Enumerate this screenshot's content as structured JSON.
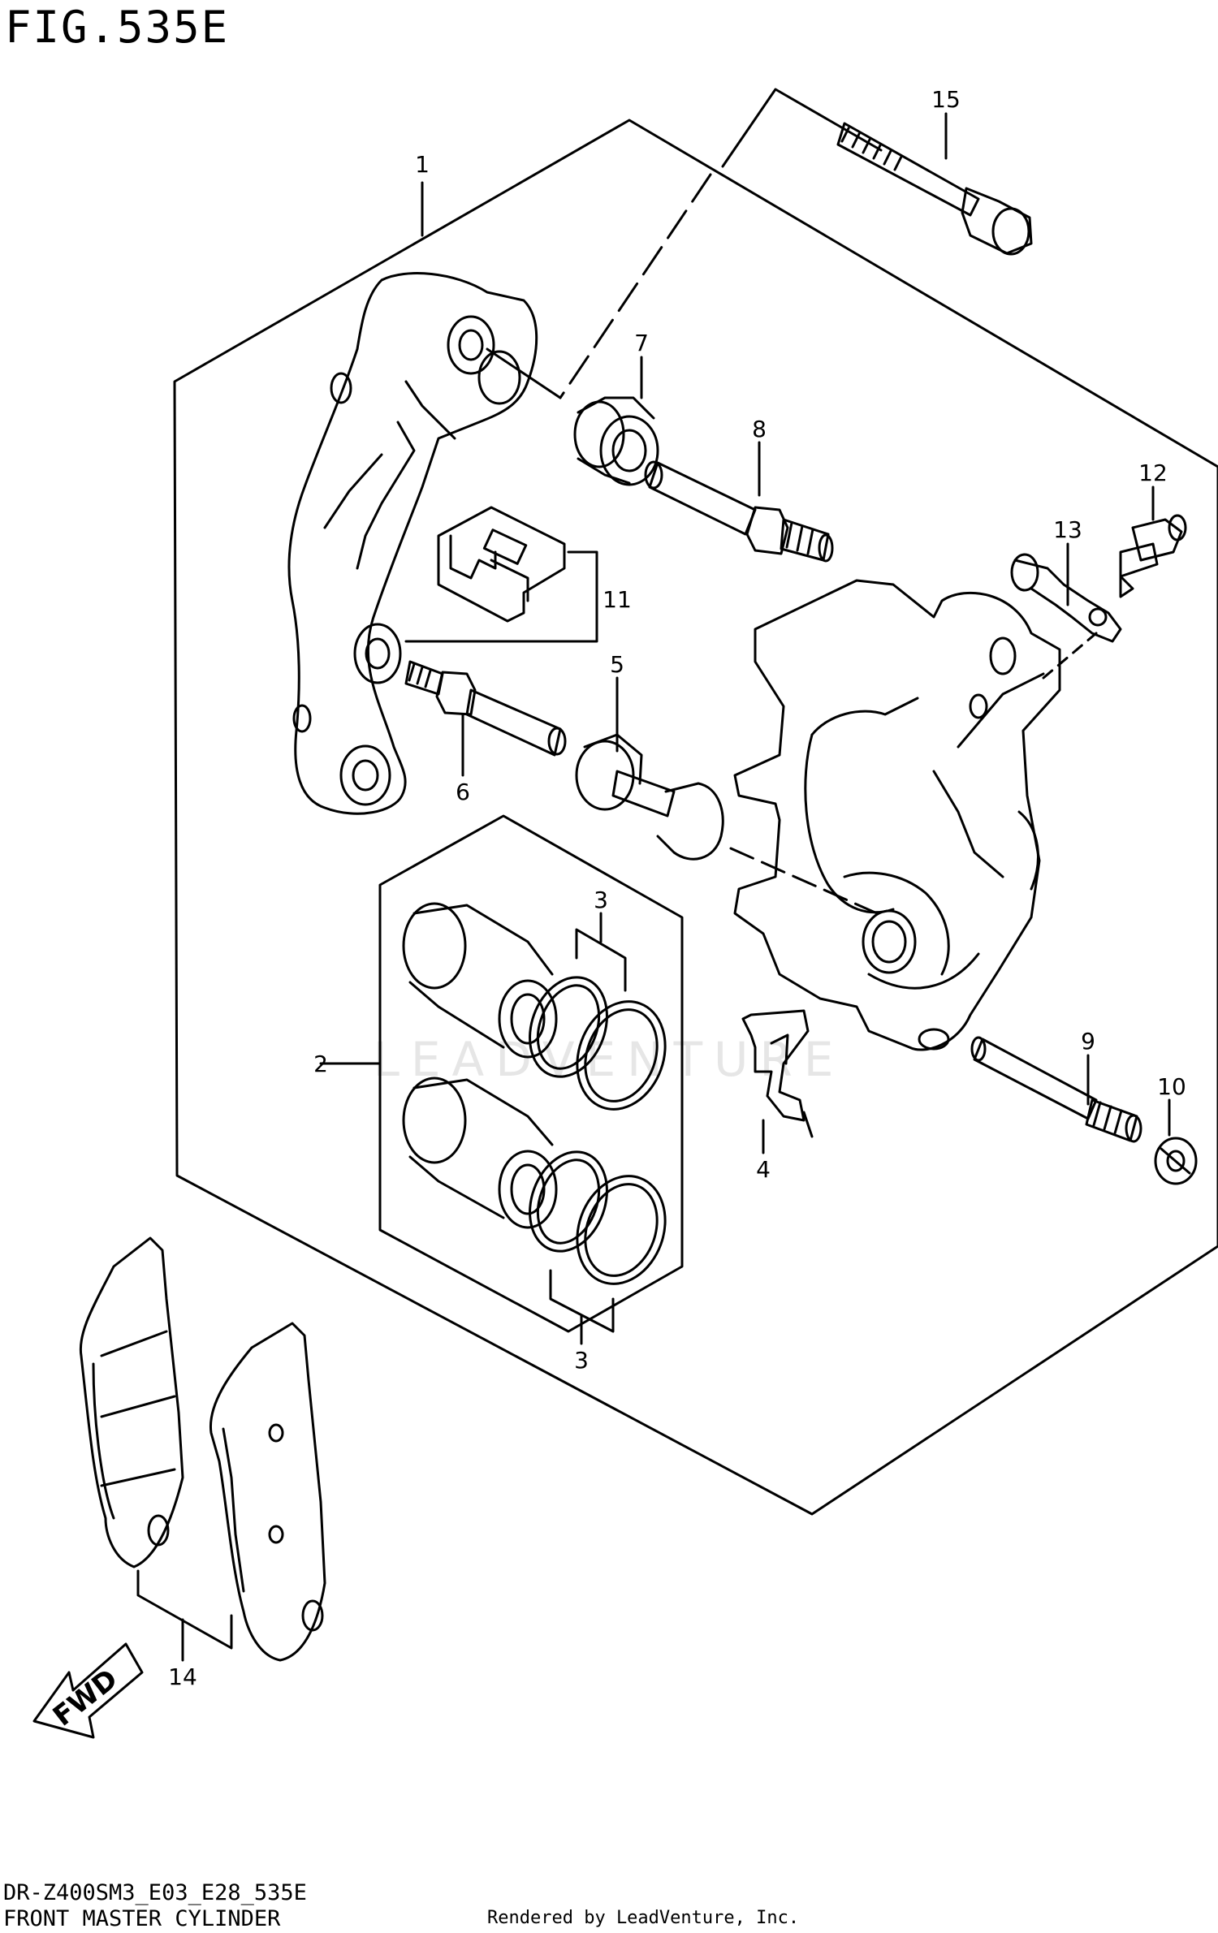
{
  "figure_title": "FIG.535E",
  "footer": {
    "model_code": "DR-Z400SM3_E03_E28_535E",
    "section_name": "FRONT MASTER CYLINDER",
    "credit": "Rendered by LeadVenture, Inc."
  },
  "watermark": "LEADVENTURE",
  "direction_arrow": "FWD",
  "callouts": {
    "c1": "1",
    "c2": "2",
    "c3a": "3",
    "c3b": "3",
    "c4": "4",
    "c5": "5",
    "c6": "6",
    "c7": "7",
    "c8": "8",
    "c9": "9",
    "c10": "10",
    "c11": "11",
    "c12": "12",
    "c13": "13",
    "c14": "14",
    "c15": "15"
  }
}
